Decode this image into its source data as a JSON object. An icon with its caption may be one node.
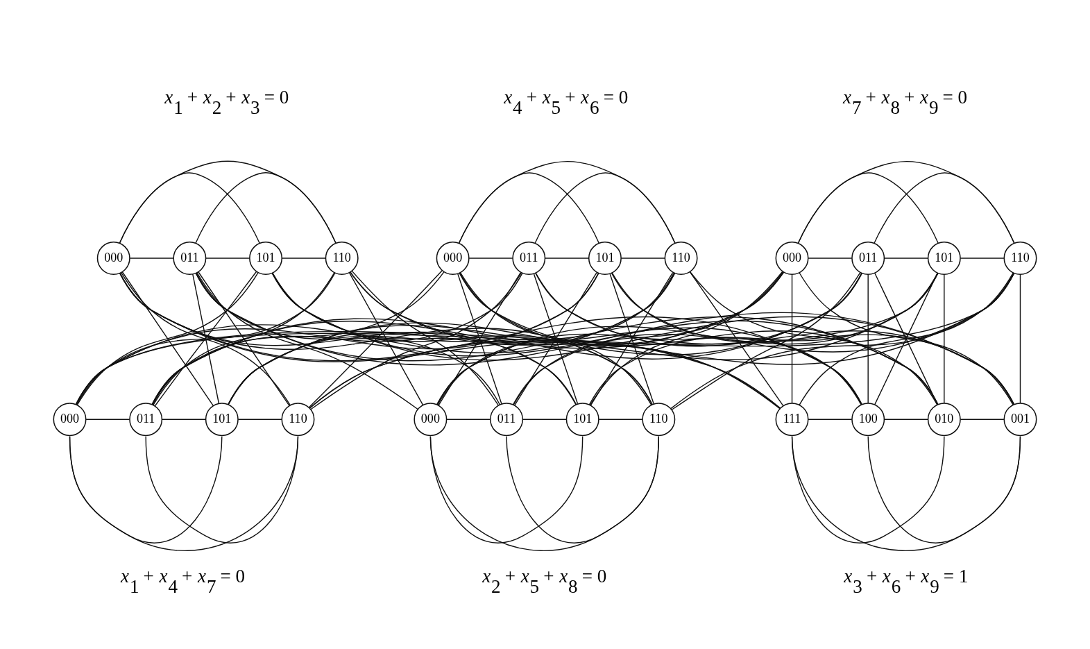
{
  "diagram": {
    "nodes": [
      {
        "text": [
          "000"
        ]
      },
      {
        "text": [
          "011"
        ]
      },
      {
        "text": [
          "101"
        ]
      },
      {
        "text": [
          "110"
        ]
      },
      {
        "text": [
          "000"
        ]
      },
      {
        "text": [
          "011"
        ]
      },
      {
        "text": [
          "101"
        ]
      },
      {
        "text": [
          "110"
        ]
      },
      {
        "text": [
          "000"
        ]
      },
      {
        "text": [
          "011"
        ]
      },
      {
        "text": [
          "101"
        ]
      },
      {
        "text": [
          "110"
        ]
      },
      {
        "text": [
          "000"
        ]
      },
      {
        "text": [
          "011"
        ]
      },
      {
        "text": [
          "101"
        ]
      },
      {
        "text": [
          "110"
        ]
      },
      {
        "text": [
          "000"
        ]
      },
      {
        "text": [
          "011"
        ]
      },
      {
        "text": [
          "101"
        ]
      },
      {
        "text": [
          "110"
        ]
      },
      {
        "text": [
          "111"
        ]
      },
      {
        "text": [
          "100"
        ]
      },
      {
        "text": [
          "010"
        ]
      },
      {
        "text": [
          "001"
        ]
      }
    ],
    "edges": [
      {
        "from": 0,
        "to": 1,
        "arrow": "none"
      },
      {
        "from": 1,
        "to": 2,
        "arrow": "none"
      },
      {
        "from": 2,
        "to": 3,
        "arrow": "none"
      },
      {
        "from": 0,
        "to": 2,
        "arrow": "none"
      },
      {
        "from": 1,
        "to": 3,
        "arrow": "none"
      },
      {
        "from": 0,
        "to": 3,
        "arrow": "none"
      },
      {
        "from": 4,
        "to": 5,
        "arrow": "none"
      },
      {
        "from": 5,
        "to": 6,
        "arrow": "none"
      },
      {
        "from": 6,
        "to": 7,
        "arrow": "none"
      },
      {
        "from": 4,
        "to": 6,
        "arrow": "none"
      },
      {
        "from": 5,
        "to": 7,
        "arrow": "none"
      },
      {
        "from": 4,
        "to": 7,
        "arrow": "none"
      },
      {
        "from": 8,
        "to": 9,
        "arrow": "none"
      },
      {
        "from": 9,
        "to": 10,
        "arrow": "none"
      },
      {
        "from": 10,
        "to": 11,
        "arrow": "none"
      },
      {
        "from": 8,
        "to": 10,
        "arrow": "none"
      },
      {
        "from": 9,
        "to": 11,
        "arrow": "none"
      },
      {
        "from": 8,
        "to": 11,
        "arrow": "none"
      },
      {
        "from": 12,
        "to": 13,
        "arrow": "none"
      },
      {
        "from": 13,
        "to": 14,
        "arrow": "none"
      },
      {
        "from": 14,
        "to": 15,
        "arrow": "none"
      },
      {
        "from": 12,
        "to": 14,
        "arrow": "none"
      },
      {
        "from": 13,
        "to": 15,
        "arrow": "none"
      },
      {
        "from": 12,
        "to": 15,
        "arrow": "none"
      },
      {
        "from": 16,
        "to": 17,
        "arrow": "none"
      },
      {
        "from": 17,
        "to": 18,
        "arrow": "none"
      },
      {
        "from": 18,
        "to": 19,
        "arrow": "none"
      },
      {
        "from": 16,
        "to": 18,
        "arrow": "none"
      },
      {
        "from": 17,
        "to": 19,
        "arrow": "none"
      },
      {
        "from": 16,
        "to": 19,
        "arrow": "none"
      },
      {
        "from": 20,
        "to": 21,
        "arrow": "none"
      },
      {
        "from": 21,
        "to": 22,
        "arrow": "none"
      },
      {
        "from": 22,
        "to": 23,
        "arrow": "none"
      },
      {
        "from": 20,
        "to": 22,
        "arrow": "none"
      },
      {
        "from": 21,
        "to": 23,
        "arrow": "none"
      },
      {
        "from": 20,
        "to": 23,
        "arrow": "none"
      },
      {
        "from": 0,
        "to": 14,
        "arrow": "none"
      },
      {
        "from": 0,
        "to": 15,
        "arrow": "none"
      },
      {
        "from": 0,
        "to": 18,
        "arrow": "none"
      },
      {
        "from": 0,
        "to": 19,
        "arrow": "none"
      },
      {
        "from": 0,
        "to": 20,
        "arrow": "none"
      },
      {
        "from": 0,
        "to": 21,
        "arrow": "none"
      },
      {
        "from": 1,
        "to": 14,
        "arrow": "none"
      },
      {
        "from": 1,
        "to": 15,
        "arrow": "none"
      },
      {
        "from": 1,
        "to": 16,
        "arrow": "none"
      },
      {
        "from": 1,
        "to": 17,
        "arrow": "none"
      },
      {
        "from": 1,
        "to": 22,
        "arrow": "none"
      },
      {
        "from": 1,
        "to": 23,
        "arrow": "none"
      },
      {
        "from": 2,
        "to": 12,
        "arrow": "none"
      },
      {
        "from": 2,
        "to": 13,
        "arrow": "none"
      },
      {
        "from": 2,
        "to": 18,
        "arrow": "none"
      },
      {
        "from": 2,
        "to": 19,
        "arrow": "none"
      },
      {
        "from": 2,
        "to": 22,
        "arrow": "none"
      },
      {
        "from": 2,
        "to": 23,
        "arrow": "none"
      },
      {
        "from": 3,
        "to": 12,
        "arrow": "none"
      },
      {
        "from": 3,
        "to": 13,
        "arrow": "none"
      },
      {
        "from": 3,
        "to": 16,
        "arrow": "none"
      },
      {
        "from": 3,
        "to": 17,
        "arrow": "none"
      },
      {
        "from": 3,
        "to": 20,
        "arrow": "none"
      },
      {
        "from": 3,
        "to": 21,
        "arrow": "none"
      },
      {
        "from": 4,
        "to": 13,
        "arrow": "none"
      },
      {
        "from": 4,
        "to": 15,
        "arrow": "none"
      },
      {
        "from": 4,
        "to": 17,
        "arrow": "none"
      },
      {
        "from": 4,
        "to": 19,
        "arrow": "none"
      },
      {
        "from": 4,
        "to": 20,
        "arrow": "none"
      },
      {
        "from": 4,
        "to": 22,
        "arrow": "none"
      },
      {
        "from": 5,
        "to": 13,
        "arrow": "none"
      },
      {
        "from": 5,
        "to": 15,
        "arrow": "none"
      },
      {
        "from": 5,
        "to": 16,
        "arrow": "none"
      },
      {
        "from": 5,
        "to": 18,
        "arrow": "none"
      },
      {
        "from": 5,
        "to": 21,
        "arrow": "none"
      },
      {
        "from": 5,
        "to": 23,
        "arrow": "none"
      },
      {
        "from": 6,
        "to": 12,
        "arrow": "none"
      },
      {
        "from": 6,
        "to": 14,
        "arrow": "none"
      },
      {
        "from": 6,
        "to": 17,
        "arrow": "none"
      },
      {
        "from": 6,
        "to": 19,
        "arrow": "none"
      },
      {
        "from": 6,
        "to": 21,
        "arrow": "none"
      },
      {
        "from": 6,
        "to": 23,
        "arrow": "none"
      },
      {
        "from": 7,
        "to": 12,
        "arrow": "none"
      },
      {
        "from": 7,
        "to": 14,
        "arrow": "none"
      },
      {
        "from": 7,
        "to": 16,
        "arrow": "none"
      },
      {
        "from": 7,
        "to": 18,
        "arrow": "none"
      },
      {
        "from": 7,
        "to": 20,
        "arrow": "none"
      },
      {
        "from": 7,
        "to": 22,
        "arrow": "none"
      },
      {
        "from": 8,
        "to": 13,
        "arrow": "none"
      },
      {
        "from": 8,
        "to": 14,
        "arrow": "none"
      },
      {
        "from": 8,
        "to": 17,
        "arrow": "none"
      },
      {
        "from": 8,
        "to": 18,
        "arrow": "none"
      },
      {
        "from": 8,
        "to": 20,
        "arrow": "none"
      },
      {
        "from": 8,
        "to": 23,
        "arrow": "none"
      },
      {
        "from": 9,
        "to": 13,
        "arrow": "none"
      },
      {
        "from": 9,
        "to": 14,
        "arrow": "none"
      },
      {
        "from": 9,
        "to": 16,
        "arrow": "none"
      },
      {
        "from": 9,
        "to": 19,
        "arrow": "none"
      },
      {
        "from": 9,
        "to": 21,
        "arrow": "none"
      },
      {
        "from": 9,
        "to": 22,
        "arrow": "none"
      },
      {
        "from": 10,
        "to": 12,
        "arrow": "none"
      },
      {
        "from": 10,
        "to": 15,
        "arrow": "none"
      },
      {
        "from": 10,
        "to": 17,
        "arrow": "none"
      },
      {
        "from": 10,
        "to": 18,
        "arrow": "none"
      },
      {
        "from": 10,
        "to": 21,
        "arrow": "none"
      },
      {
        "from": 10,
        "to": 22,
        "arrow": "none"
      },
      {
        "from": 11,
        "to": 12,
        "arrow": "none"
      },
      {
        "from": 11,
        "to": 15,
        "arrow": "none"
      },
      {
        "from": 11,
        "to": 16,
        "arrow": "none"
      },
      {
        "from": 11,
        "to": 19,
        "arrow": "none"
      },
      {
        "from": 11,
        "to": 20,
        "arrow": "none"
      },
      {
        "from": 11,
        "to": 23,
        "arrow": "none"
      }
    ],
    "labels": [
      "x$_{1}$ + x$_{2}$ + x$_{3}$ = 0",
      "x$_{4}$ + x$_{5}$ + x$_{6}$ = 0",
      "x$_{7}$ + x$_{8}$ + x$_{9}$ = 0",
      "x$_{1}$ + x$_{4}$ + x$_{7}$ = 0",
      "x$_{2}$ + x$_{5}$ + x$_{8}$ = 0",
      "x$_{3}$ + x$_{6}$ + x$_{9}$ = 1"
    ]
  }
}
